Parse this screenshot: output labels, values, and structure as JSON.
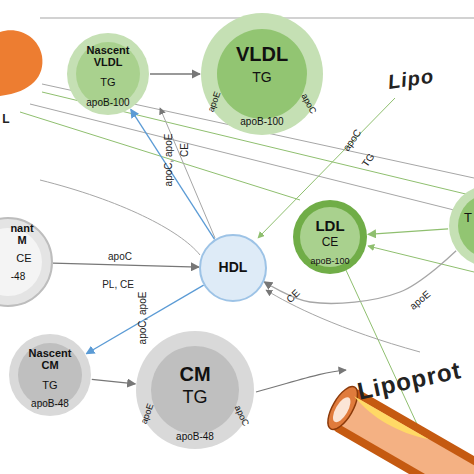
{
  "diagram": {
    "nodes": [
      {
        "text": [
          "Nascent VLDL",
          "TG",
          "apoB-100"
        ]
      },
      {
        "text": [
          "VLDL",
          "TG",
          "apoE",
          "apoB-100",
          "apoC"
        ]
      },
      {
        "text": [
          "T"
        ]
      },
      {
        "text": [
          "nant M",
          "CE",
          "-48"
        ]
      },
      {
        "text": [
          "HDL"
        ]
      },
      {
        "text": [
          "LDL",
          "CE",
          "apoB-100"
        ]
      },
      {
        "text": [
          "Nascent CM",
          "TG",
          "apoB-48"
        ]
      },
      {
        "text": [
          "CM",
          "TG",
          "apoE",
          "apoB-48",
          "apoC"
        ]
      }
    ],
    "edges": [
      {
        "from": 0,
        "to": 1,
        "arrow": "to"
      },
      {
        "from": 4,
        "to": 0,
        "label": "apoC, apoE",
        "arrow": "to"
      },
      {
        "from": 3,
        "to": 4,
        "label": "apoC",
        "arrow": "to"
      },
      {
        "from": 4,
        "to": 6,
        "label": "apoC, apoE",
        "arrow": "to"
      },
      {
        "from": 6,
        "to": 7,
        "arrow": "to"
      },
      {
        "from": 2,
        "to": 5,
        "arrow": "to"
      },
      {
        "from": 2,
        "to": 4,
        "label": "CE",
        "arrow": "to"
      }
    ],
    "labels": [
      "L",
      "Lipo",
      "CE",
      "apoC",
      "TG",
      "PL, CE",
      "apoE",
      "Lipoprot"
    ]
  }
}
